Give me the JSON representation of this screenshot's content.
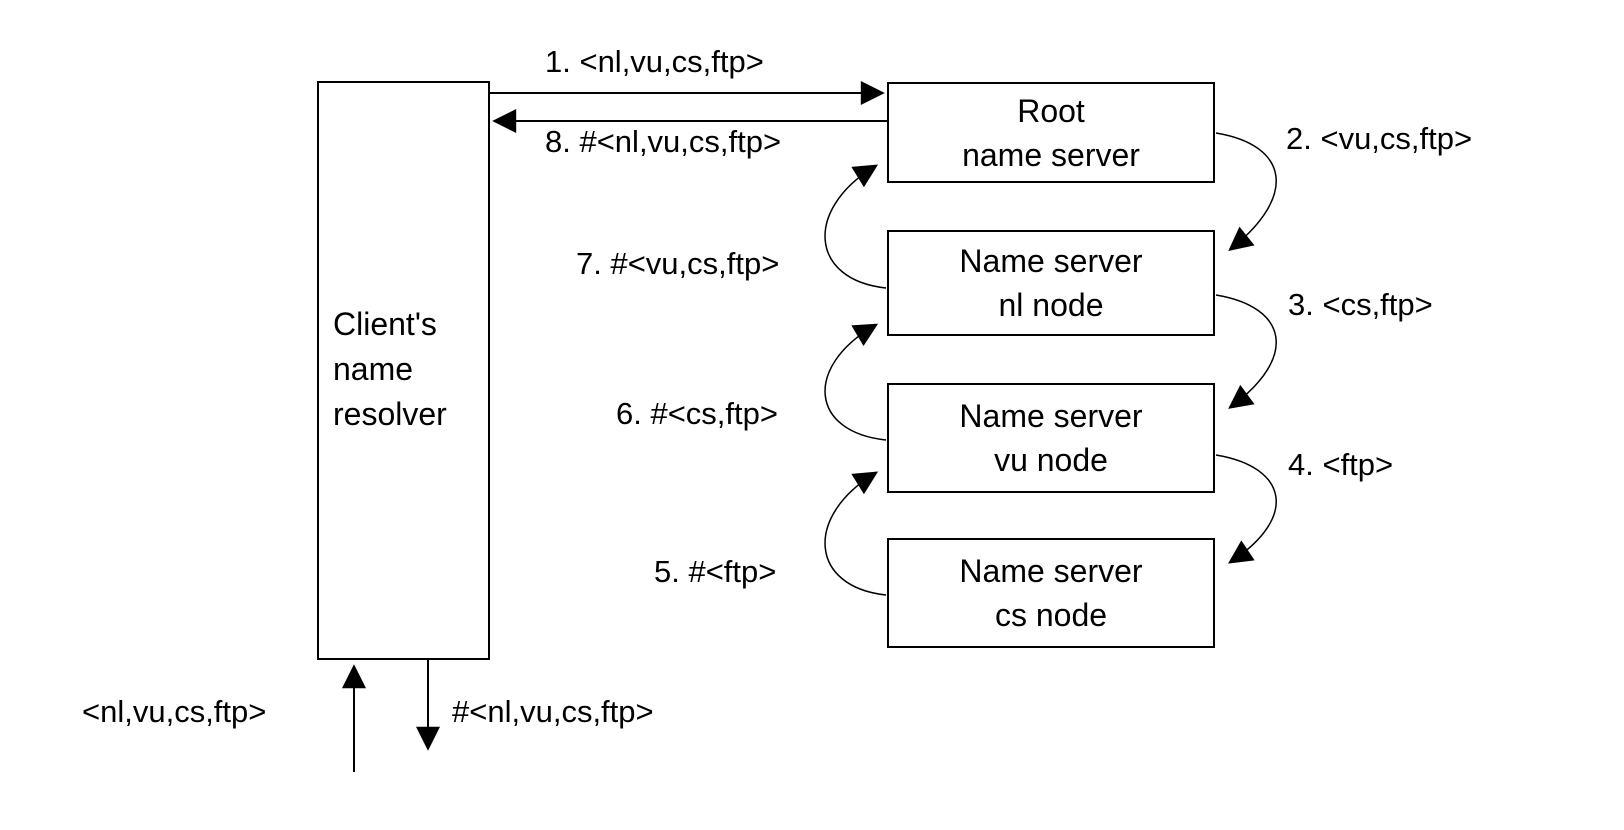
{
  "diagram": {
    "title_semantic": "Iterative name resolution",
    "colors": {
      "line": "#000000",
      "background": "#ffffff",
      "box_fill": "#ffffff"
    },
    "boxes": {
      "client": {
        "lines": [
          "Client's",
          "name",
          "resolver"
        ]
      },
      "root": {
        "lines": [
          "Root",
          "name server"
        ]
      },
      "nl": {
        "lines": [
          "Name server",
          "nl node"
        ]
      },
      "vu": {
        "lines": [
          "Name server",
          "vu node"
        ]
      },
      "cs": {
        "lines": [
          "Name server",
          "cs node"
        ]
      }
    },
    "labels": {
      "step1": "1. <nl,vu,cs,ftp>",
      "step2": "2. <vu,cs,ftp>",
      "step3": "3. <cs,ftp>",
      "step4": "4. <ftp>",
      "step5": "5. #<ftp>",
      "step6": "6. #<cs,ftp>",
      "step7": "7. #<vu,cs,ftp>",
      "step8": "8. #<nl,vu,cs,ftp>",
      "request_in": "<nl,vu,cs,ftp>",
      "result_out": "#<nl,vu,cs,ftp>"
    }
  }
}
